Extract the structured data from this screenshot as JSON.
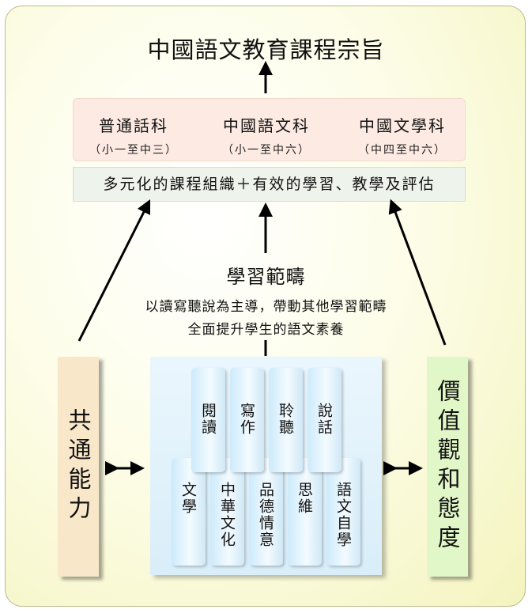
{
  "title": "中國語文教育課程宗旨",
  "subjects": [
    {
      "name": "普通話科",
      "level": "（小一至中三）"
    },
    {
      "name": "中國語文科",
      "level": "（小一至中六）"
    },
    {
      "name": "中國文學科",
      "level": "（中四至中六）"
    }
  ],
  "curriculum_strategy": "多元化的課程組織＋有效的學習、教學及評估",
  "learning_strands": {
    "title": "學習範疇",
    "line1": "以讀寫聽說為主導，帶動其他學習範疇",
    "line2": "全面提升學生的語文素養"
  },
  "generic_skills": "共通能力",
  "values_attitudes": "價值觀和態度",
  "upper_strands": [
    "閱讀",
    "寫作",
    "聆聽",
    "說話"
  ],
  "lower_strands": [
    "文學",
    "中華文化",
    "品德情意",
    "思維",
    "語文自學"
  ],
  "colors": {
    "top_box": "#fdebe3",
    "mid_box": "#eef3eb",
    "generic_skills_box": "#f8e7c9",
    "values_box": "#e2f7c8",
    "strand_tabs": "#e3f4fd",
    "panel": "#f4f4bf"
  }
}
